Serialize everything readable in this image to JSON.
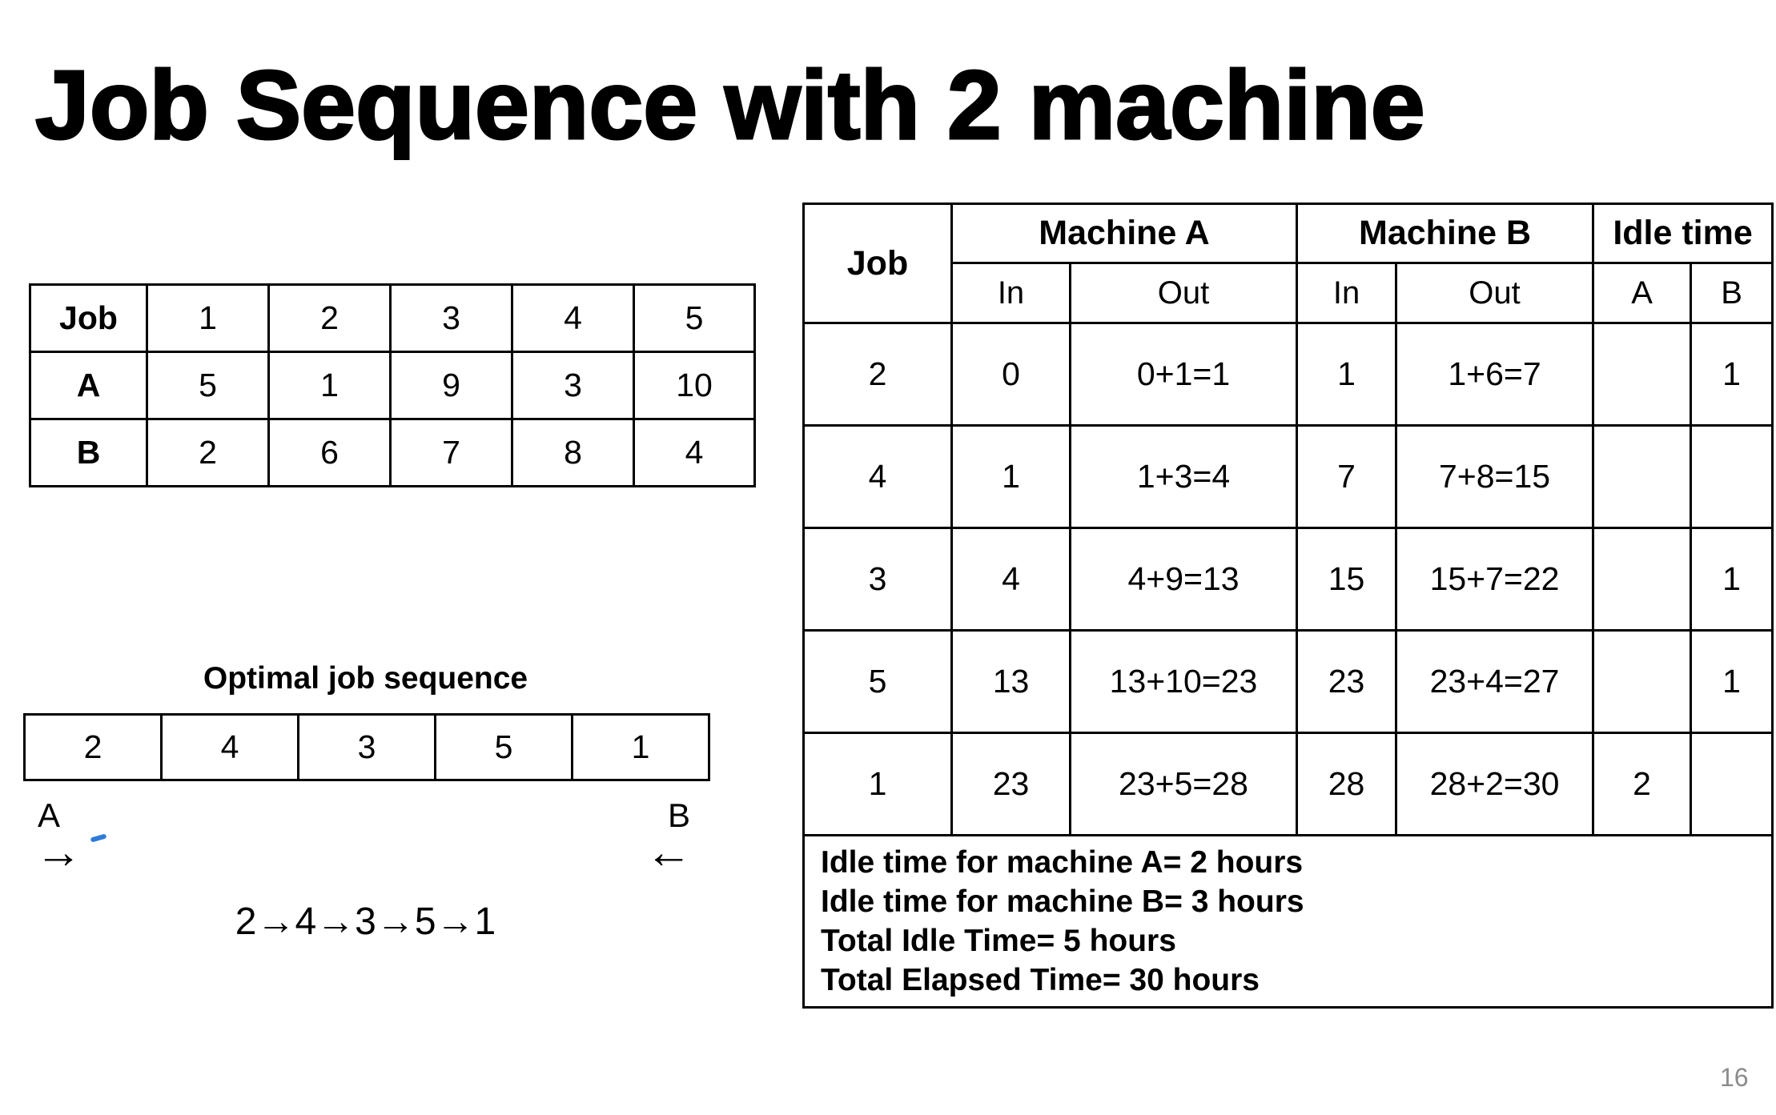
{
  "title": "Job Sequence with 2 machine",
  "jobs_table": {
    "header": [
      "Job",
      "1",
      "2",
      "3",
      "4",
      "5"
    ],
    "rows": [
      {
        "label": "A",
        "values": [
          "5",
          "1",
          "9",
          "3",
          "10"
        ]
      },
      {
        "label": "B",
        "values": [
          "2",
          "6",
          "7",
          "8",
          "4"
        ]
      }
    ]
  },
  "optimal_sequence": {
    "heading": "Optimal job sequence",
    "cells": [
      "2",
      "4",
      "3",
      "5",
      "1"
    ],
    "left_label": "A",
    "right_label": "B",
    "left_arrow": "→",
    "right_arrow": "←",
    "sequence_text": "2→4→3→5→1"
  },
  "schedule_table": {
    "header": {
      "job": "Job",
      "machine_a": "Machine A",
      "machine_b": "Machine B",
      "idle_time": "Idle time",
      "sub": [
        "In",
        "Out",
        "In",
        "Out",
        "A",
        "B"
      ]
    },
    "rows": [
      {
        "job": "2",
        "a_in": "0",
        "a_out": "0+1=1",
        "b_in": "1",
        "b_out": "1+6=7",
        "idle_a": "",
        "idle_b": "1"
      },
      {
        "job": "4",
        "a_in": "1",
        "a_out": "1+3=4",
        "b_in": "7",
        "b_out": "7+8=15",
        "idle_a": "",
        "idle_b": ""
      },
      {
        "job": "3",
        "a_in": "4",
        "a_out": "4+9=13",
        "b_in": "15",
        "b_out": "15+7=22",
        "idle_a": "",
        "idle_b": "1"
      },
      {
        "job": "5",
        "a_in": "13",
        "a_out": "13+10=23",
        "b_in": "23",
        "b_out": "23+4=27",
        "idle_a": "",
        "idle_b": "1"
      },
      {
        "job": "1",
        "a_in": "23",
        "a_out": "23+5=28",
        "b_in": "28",
        "b_out": "28+2=30",
        "idle_a": "2",
        "idle_b": ""
      }
    ],
    "summary": [
      "Idle time for machine A= 2 hours",
      "Idle time for machine B= 3 hours",
      "Total Idle Time= 5 hours",
      "Total Elapsed Time= 30 hours"
    ]
  },
  "page_number": "16",
  "colors": {
    "text": "#000000",
    "table_border": "#000000",
    "annotation_blue": "#2f7bd9",
    "page_number_gray": "#8c8c8c",
    "background": "#ffffff"
  }
}
